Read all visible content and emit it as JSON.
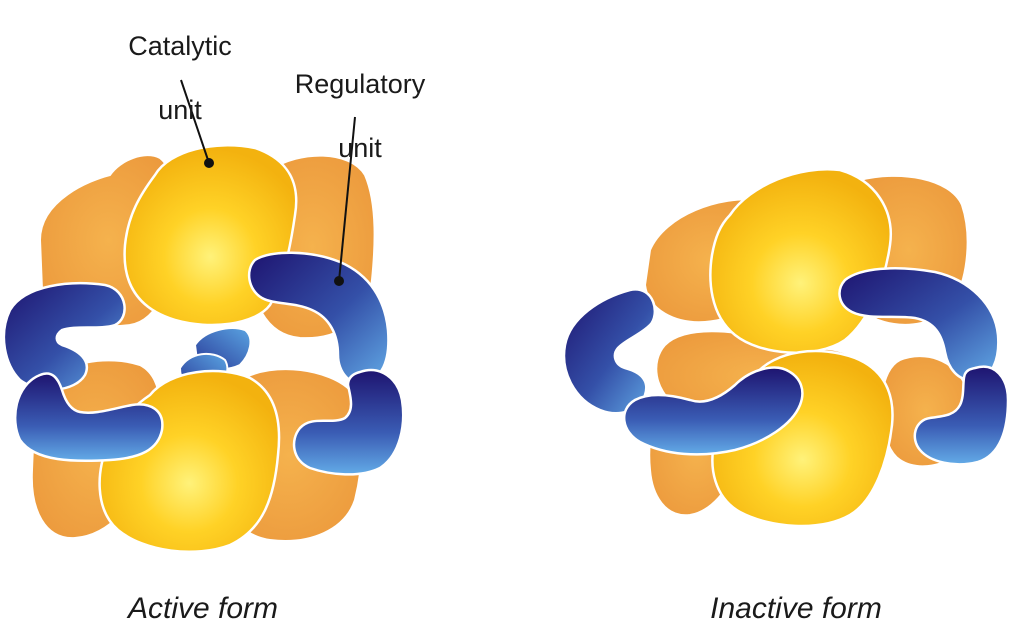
{
  "labels": {
    "catalytic_line1": "Catalytic",
    "catalytic_line2": "unit",
    "regulatory_line1": "Regulatory",
    "regulatory_line2": "unit"
  },
  "captions": {
    "active": "Active form",
    "inactive": "Inactive form"
  },
  "colors": {
    "orange": "#f0a040",
    "yellow": "#f7c21a",
    "blue_dark": "#221a7a",
    "blue_light": "#5aa2df"
  }
}
